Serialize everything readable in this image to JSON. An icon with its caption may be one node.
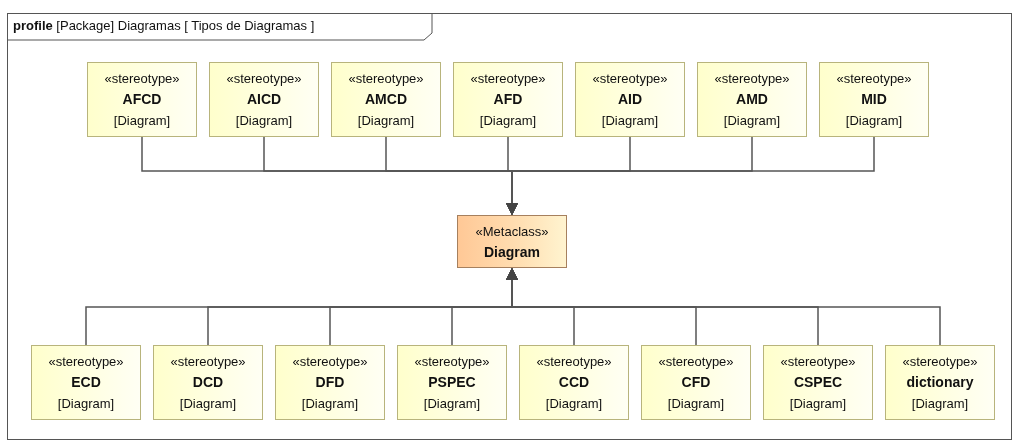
{
  "diagram": {
    "title": "**profile** [Package] Diagramas [ Tipos de Diagramas ]",
    "nodes": [
      {
        "text": [
          "«stereotype»",
          "AFCD",
          "[Diagram]"
        ]
      },
      {
        "text": [
          "«stereotype»",
          "AICD",
          "[Diagram]"
        ]
      },
      {
        "text": [
          "«stereotype»",
          "AMCD",
          "[Diagram]"
        ]
      },
      {
        "text": [
          "«stereotype»",
          "AFD",
          "[Diagram]"
        ]
      },
      {
        "text": [
          "«stereotype»",
          "AID",
          "[Diagram]"
        ]
      },
      {
        "text": [
          "«stereotype»",
          "AMD",
          "[Diagram]"
        ]
      },
      {
        "text": [
          "«stereotype»",
          "MID",
          "[Diagram]"
        ]
      },
      {
        "text": [
          "«Metaclass»",
          "Diagram"
        ]
      },
      {
        "text": [
          "«stereotype»",
          "ECD",
          "[Diagram]"
        ]
      },
      {
        "text": [
          "«stereotype»",
          "DCD",
          "[Diagram]"
        ]
      },
      {
        "text": [
          "«stereotype»",
          "DFD",
          "[Diagram]"
        ]
      },
      {
        "text": [
          "«stereotype»",
          "PSPEC",
          "[Diagram]"
        ]
      },
      {
        "text": [
          "«stereotype»",
          "CCD",
          "[Diagram]"
        ]
      },
      {
        "text": [
          "«stereotype»",
          "CFD",
          "[Diagram]"
        ]
      },
      {
        "text": [
          "«stereotype»",
          "CSPEC",
          "[Diagram]"
        ]
      },
      {
        "text": [
          "«stereotype»",
          "dictionary",
          "[Diagram]"
        ]
      }
    ],
    "edges": [
      {
        "from": 0,
        "to": 7,
        "arrow": "to"
      },
      {
        "from": 1,
        "to": 7,
        "arrow": "to"
      },
      {
        "from": 2,
        "to": 7,
        "arrow": "to"
      },
      {
        "from": 3,
        "to": 7,
        "arrow": "to"
      },
      {
        "from": 4,
        "to": 7,
        "arrow": "to"
      },
      {
        "from": 5,
        "to": 7,
        "arrow": "to"
      },
      {
        "from": 6,
        "to": 7,
        "arrow": "to"
      },
      {
        "from": 8,
        "to": 7,
        "arrow": "to"
      },
      {
        "from": 9,
        "to": 7,
        "arrow": "to"
      },
      {
        "from": 10,
        "to": 7,
        "arrow": "to"
      },
      {
        "from": 11,
        "to": 7,
        "arrow": "to"
      },
      {
        "from": 12,
        "to": 7,
        "arrow": "to"
      },
      {
        "from": 13,
        "to": 7,
        "arrow": "to"
      },
      {
        "from": 14,
        "to": 7,
        "arrow": "to"
      },
      {
        "from": 15,
        "to": 7,
        "arrow": "to"
      }
    ]
  }
}
